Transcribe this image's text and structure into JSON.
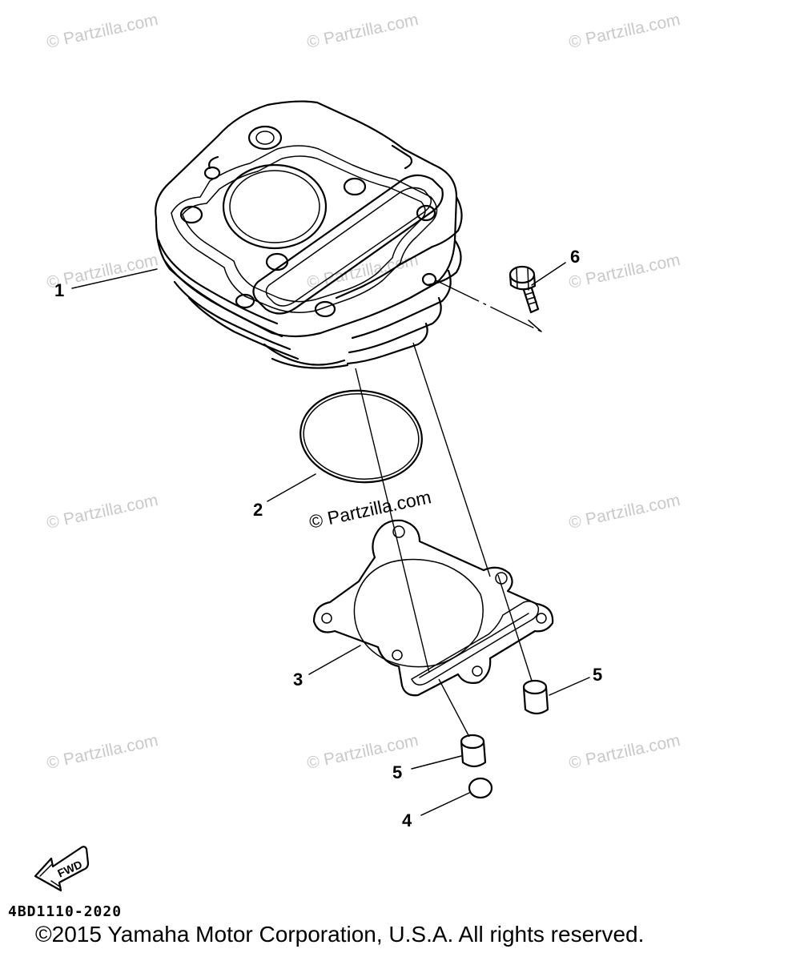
{
  "watermark_text": "© Partzilla.com",
  "fwd_label": "FWD",
  "drawing_code": "4BD1110-2020",
  "copyright": "©2015 Yamaha Motor Corporation, U.S.A. All rights reserved.",
  "callouts": [
    "1",
    "2",
    "3",
    "4",
    "5",
    "5",
    "6"
  ],
  "colors": {
    "ink": "#000000",
    "watermark": "#c9c9c9",
    "background": "#ffffff"
  }
}
